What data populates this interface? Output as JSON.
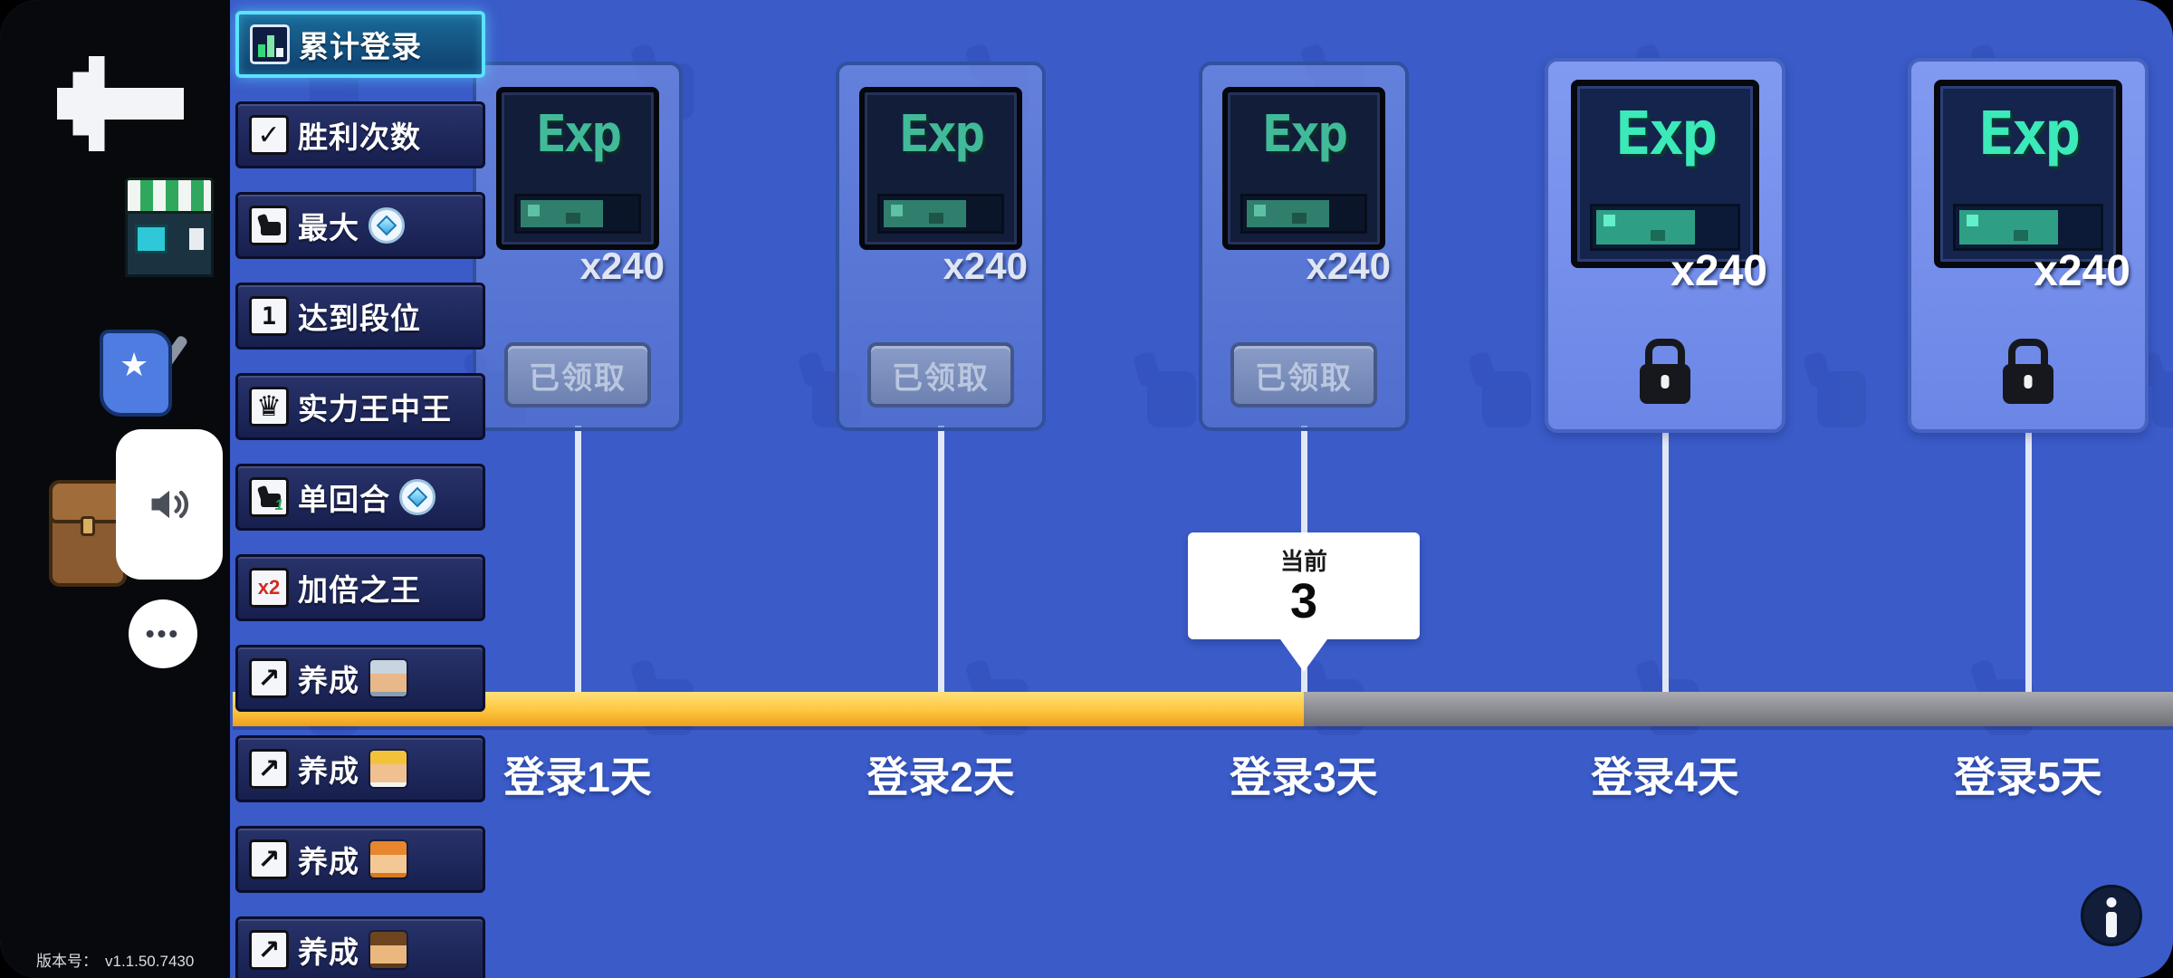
{
  "app": {
    "version_label": "版本号：",
    "version_value": "v1.1.50.7430"
  },
  "left_rail": {
    "back_icon": "back-arrow",
    "scene_icons": [
      "shop-stand",
      "star-flag",
      "satchel-bag"
    ],
    "sound_icon": "speaker",
    "more_label": "•••"
  },
  "menu": {
    "items": [
      {
        "label": "累计登录",
        "icon": "stats-chart",
        "selected": true
      },
      {
        "label": "胜利次数",
        "icon": "check"
      },
      {
        "label": "最大",
        "icon": "thumb-up",
        "suffix": "gem"
      },
      {
        "label": "达到段位",
        "icon": "rank-1"
      },
      {
        "label": "实力王中王",
        "icon": "crown"
      },
      {
        "label": "单回合",
        "icon": "thumb-up-1",
        "suffix": "gem"
      },
      {
        "label": "加倍之王",
        "icon": "x2"
      },
      {
        "label": "养成",
        "icon": "growth-arrow",
        "suffix": "char-pilot"
      },
      {
        "label": "养成",
        "icon": "growth-arrow",
        "suffix": "char-king"
      },
      {
        "label": "养成",
        "icon": "growth-arrow",
        "suffix": "char-orange"
      },
      {
        "label": "养成",
        "icon": "growth-arrow",
        "suffix": "char-brown"
      }
    ]
  },
  "rewards": {
    "icon_text": "Exp",
    "cards": [
      {
        "amount": "x240",
        "state": "claimed",
        "button_label": "已领取",
        "day_label": "登录1天"
      },
      {
        "amount": "x240",
        "state": "claimed",
        "button_label": "已领取",
        "day_label": "登录2天"
      },
      {
        "amount": "x240",
        "state": "claimed",
        "button_label": "已领取",
        "day_label": "登录3天"
      },
      {
        "amount": "x240",
        "state": "locked",
        "day_label": "登录4天"
      },
      {
        "amount": "x240",
        "state": "locked",
        "day_label": "登录5天"
      }
    ],
    "tooltip": {
      "label": "当前",
      "value": "3"
    },
    "progress": {
      "current": 3,
      "total": 5
    }
  },
  "colors": {
    "background": "#3a5bc8",
    "accent_cyan": "#5ae2ff",
    "progress_fill": "#ffc942",
    "progress_empty": "#8a8b91",
    "exp_teal": "#3be9b9"
  }
}
